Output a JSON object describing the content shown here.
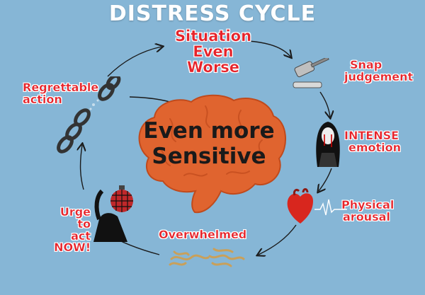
{
  "title": "DISTRESS CYCLE",
  "center_text": {
    "line1": "Even more",
    "line2": "Sensitive"
  },
  "stages": {
    "situation": {
      "line1": "Situation",
      "line2": "Even Worse",
      "icon": "none"
    },
    "snap": {
      "line1": "Snap",
      "line2": "judgement",
      "icon": "gavel-icon"
    },
    "intense": {
      "line1": "INTENSE",
      "line2": "emotion",
      "icon": "crying-woman-icon"
    },
    "physical": {
      "line1": "Physical",
      "line2": "arousal",
      "icon": "heart-icon"
    },
    "overwhelmed": {
      "line1": "Overwhelmed",
      "icon": "frayed-rope-icon"
    },
    "urge": {
      "line1": "Urge to",
      "line2": "act NOW!",
      "icon": "grenade-head-icon"
    },
    "regrettable": {
      "line1": "Regrettable",
      "line2": "action",
      "icon": "broken-chain-icon"
    }
  },
  "colors": {
    "background": "#86b6d6",
    "label_red": "#e6232a",
    "brain_orange": "#e0642f",
    "title_white": "#ffffff"
  }
}
